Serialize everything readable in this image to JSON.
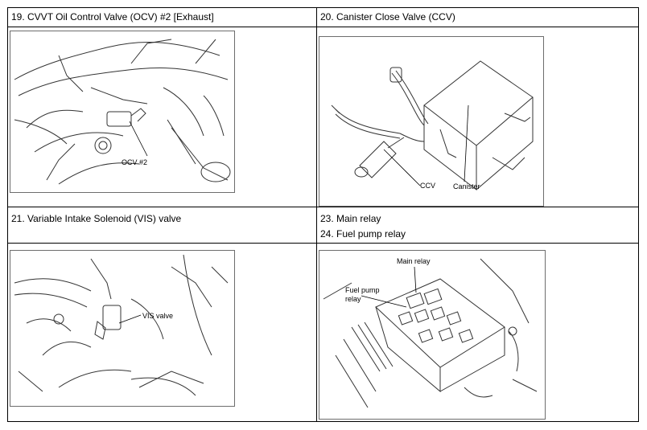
{
  "cells": [
    {
      "title": "19. CVVT Oil Control Valve (OCV) #2 [Exhaust]",
      "callouts": [
        "OCV #2"
      ]
    },
    {
      "title": "20. Canister Close Valve (CCV)",
      "callouts": [
        "CCV",
        "Canister"
      ]
    },
    {
      "title": "21. Variable Intake Solenoid (VIS) valve",
      "callouts": [
        "VIS valve"
      ]
    },
    {
      "title_lines": [
        "23. Main relay",
        "24. Fuel pump relay"
      ],
      "callouts": [
        "Main relay",
        "Fuel pump",
        "relay"
      ]
    }
  ]
}
